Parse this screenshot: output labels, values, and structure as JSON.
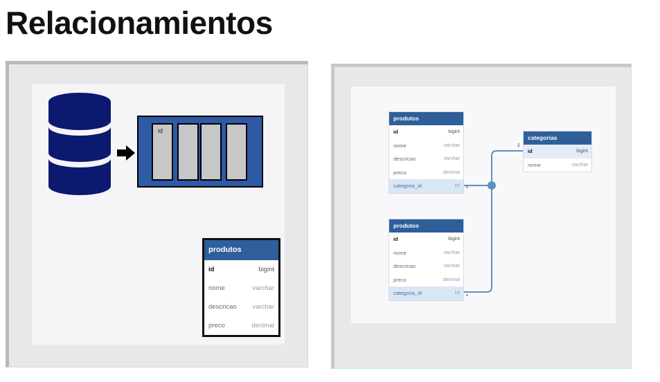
{
  "title": "Relacionamientos",
  "left_panel": {
    "array_first_cell_label": "id",
    "table": {
      "name": "produtos",
      "rows": [
        {
          "name": "id",
          "type": "bigint"
        },
        {
          "name": "nome",
          "type": "varchar"
        },
        {
          "name": "descricao",
          "type": "varchar"
        },
        {
          "name": "preco",
          "type": "decimal"
        }
      ]
    }
  },
  "right_panel": {
    "table_a": {
      "name": "produtos",
      "rows": [
        {
          "name": "id",
          "type": "bigint"
        },
        {
          "name": "nome",
          "type": "varchar"
        },
        {
          "name": "descricao",
          "type": "varchar"
        },
        {
          "name": "preco",
          "type": "decimal"
        },
        {
          "name": "categoria_id",
          "type": "int"
        }
      ]
    },
    "table_b": {
      "name": "produtos",
      "rows": [
        {
          "name": "id",
          "type": "bigint"
        },
        {
          "name": "nome",
          "type": "varchar"
        },
        {
          "name": "descricao",
          "type": "varchar"
        },
        {
          "name": "preco",
          "type": "decimal"
        },
        {
          "name": "categoria_id",
          "type": "int"
        }
      ]
    },
    "table_c": {
      "name": "categorias",
      "rows": [
        {
          "name": "id",
          "type": "bigint"
        },
        {
          "name": "nome",
          "type": "varchar"
        }
      ]
    },
    "relation_one_label": "1",
    "relation_many_label": "*"
  },
  "colors": {
    "db_navy": "#0b1a6e",
    "array_blue": "#2f5aa6",
    "table_header": "#2e5f9a",
    "connector": "#5f8fc0"
  }
}
